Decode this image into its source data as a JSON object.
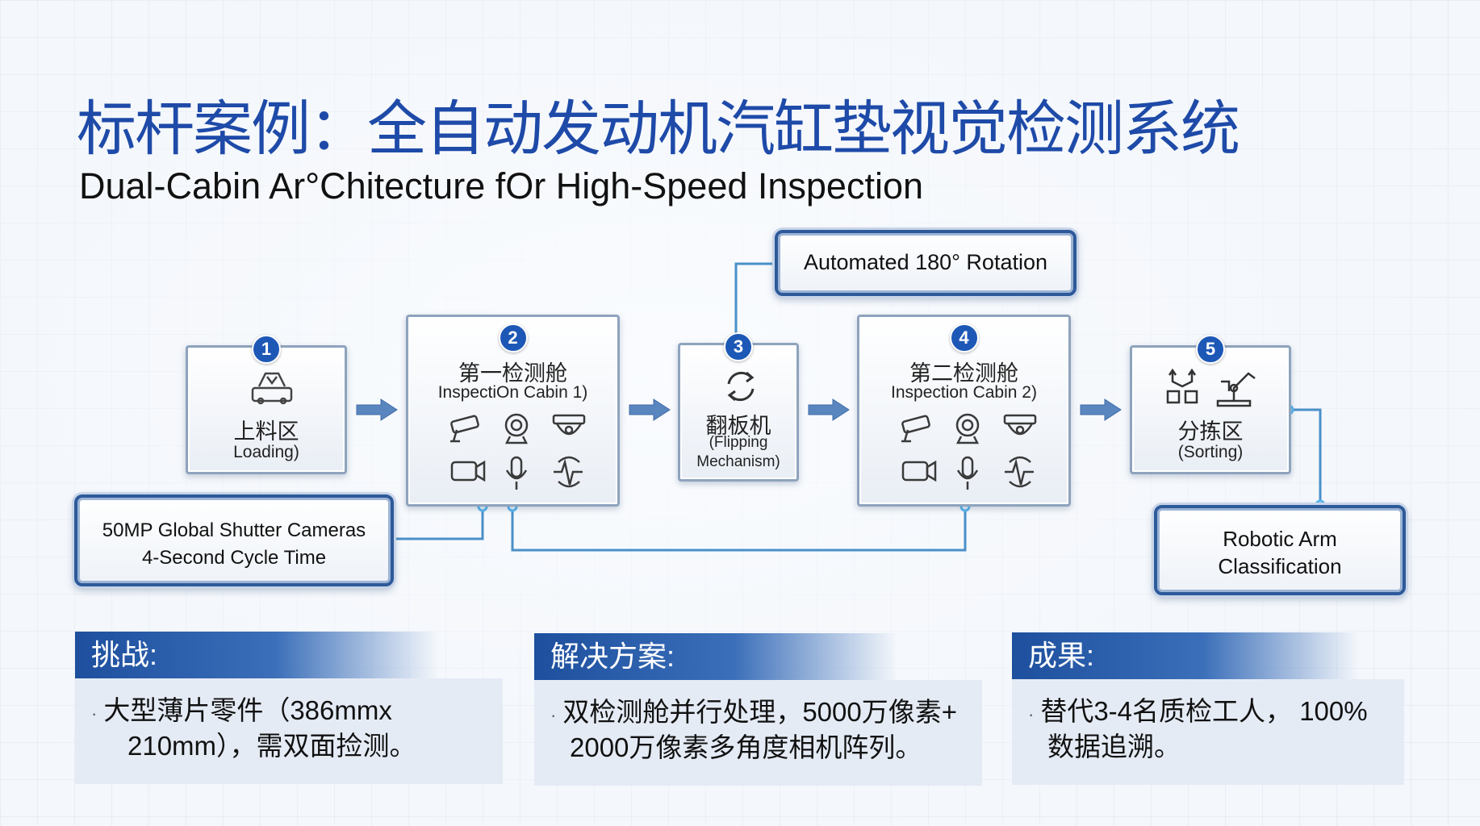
{
  "title": "标杆案例：全自动发动机汽缸垫视觉检测系统",
  "subtitle": "Dual-Cabin Ar°Chitecture fOr High-Speed  Inspection",
  "rotation_callout": "Automated  180° Rotation",
  "camera_callout": {
    "line1": "50MP Global Shutter Cameras",
    "line2": "4-Second Cycle Time"
  },
  "robotic_callout": {
    "line1": "Robotic Arm",
    "line2": "Classification"
  },
  "steps": [
    {
      "num": "1",
      "cn": "上料区",
      "en": "Loading)"
    },
    {
      "num": "2",
      "cn": "第一检测舱",
      "en": "InspectiOn Cabin  1)"
    },
    {
      "num": "3",
      "cn": "翻板机",
      "en1": "(Flipping",
      "en2": "Mechanism)"
    },
    {
      "num": "4",
      "cn": "第二检测舱",
      "en": "Inspection Cabin 2)"
    },
    {
      "num": "5",
      "cn": "分拣区",
      "en": "(Sorting)"
    }
  ],
  "panels": [
    {
      "head": "挑战:",
      "line1": "大型薄片零件（386mmx",
      "line2": "210mm），需双面捡测。"
    },
    {
      "head": "解决方案:",
      "line1": "双检测舱并行处理，5000万像素+",
      "line2": "2000万像素多角度相机阵列。"
    },
    {
      "head": "成果:",
      "line1": "替代3-4名质检工人，  100%",
      "line2": "数据追溯。"
    }
  ],
  "icons": {
    "loading": "conveyor-loading-icon",
    "cabin": [
      "security-camera-icon",
      "webcam-icon",
      "dome-camera-icon",
      "video-camera-icon",
      "microphone-icon",
      "sound-sensor-icon"
    ],
    "flip": "rotate-arrows-icon",
    "sorting": [
      "sorting-boxes-icon",
      "robot-arm-icon"
    ]
  },
  "colors": {
    "accent": "#1e58b6",
    "title": "#1e4aa8",
    "wire": "#4a90c8"
  }
}
